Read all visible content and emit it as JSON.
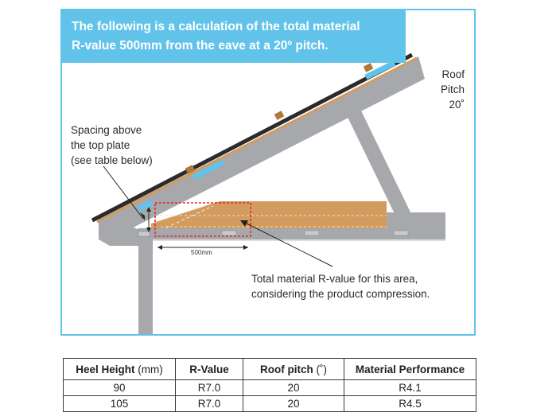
{
  "banner": {
    "line1": "The following is a calculation of the total material",
    "line2": "R-value 500mm from the eave at a 20º pitch."
  },
  "labels": {
    "roof_pitch_line1": "Roof",
    "roof_pitch_line2": "Pitch",
    "roof_pitch_line3": "20˚",
    "spacing_line1": "Spacing above",
    "spacing_line2": "the top plate",
    "spacing_line3": "(see table below)",
    "distance": "500mm",
    "total_line1": "Total material R-value for this area,",
    "total_line2": "considering the product compression."
  },
  "colors": {
    "accent_blue": "#62c3ea",
    "insulation": "#d39c5f",
    "frame_grey": "#a6a8ab",
    "highlight_red": "#e22a2a"
  },
  "table": {
    "headers": [
      {
        "label": "Heel Height",
        "unit": " (mm)"
      },
      {
        "label": "R-Value",
        "unit": ""
      },
      {
        "label": "Roof pitch",
        "unit": " (˚)"
      },
      {
        "label": "Material Performance",
        "unit": ""
      }
    ],
    "rows": [
      [
        "90",
        "R7.0",
        "20",
        "R4.1"
      ],
      [
        "105",
        "R7.0",
        "20",
        "R4.5"
      ]
    ]
  }
}
